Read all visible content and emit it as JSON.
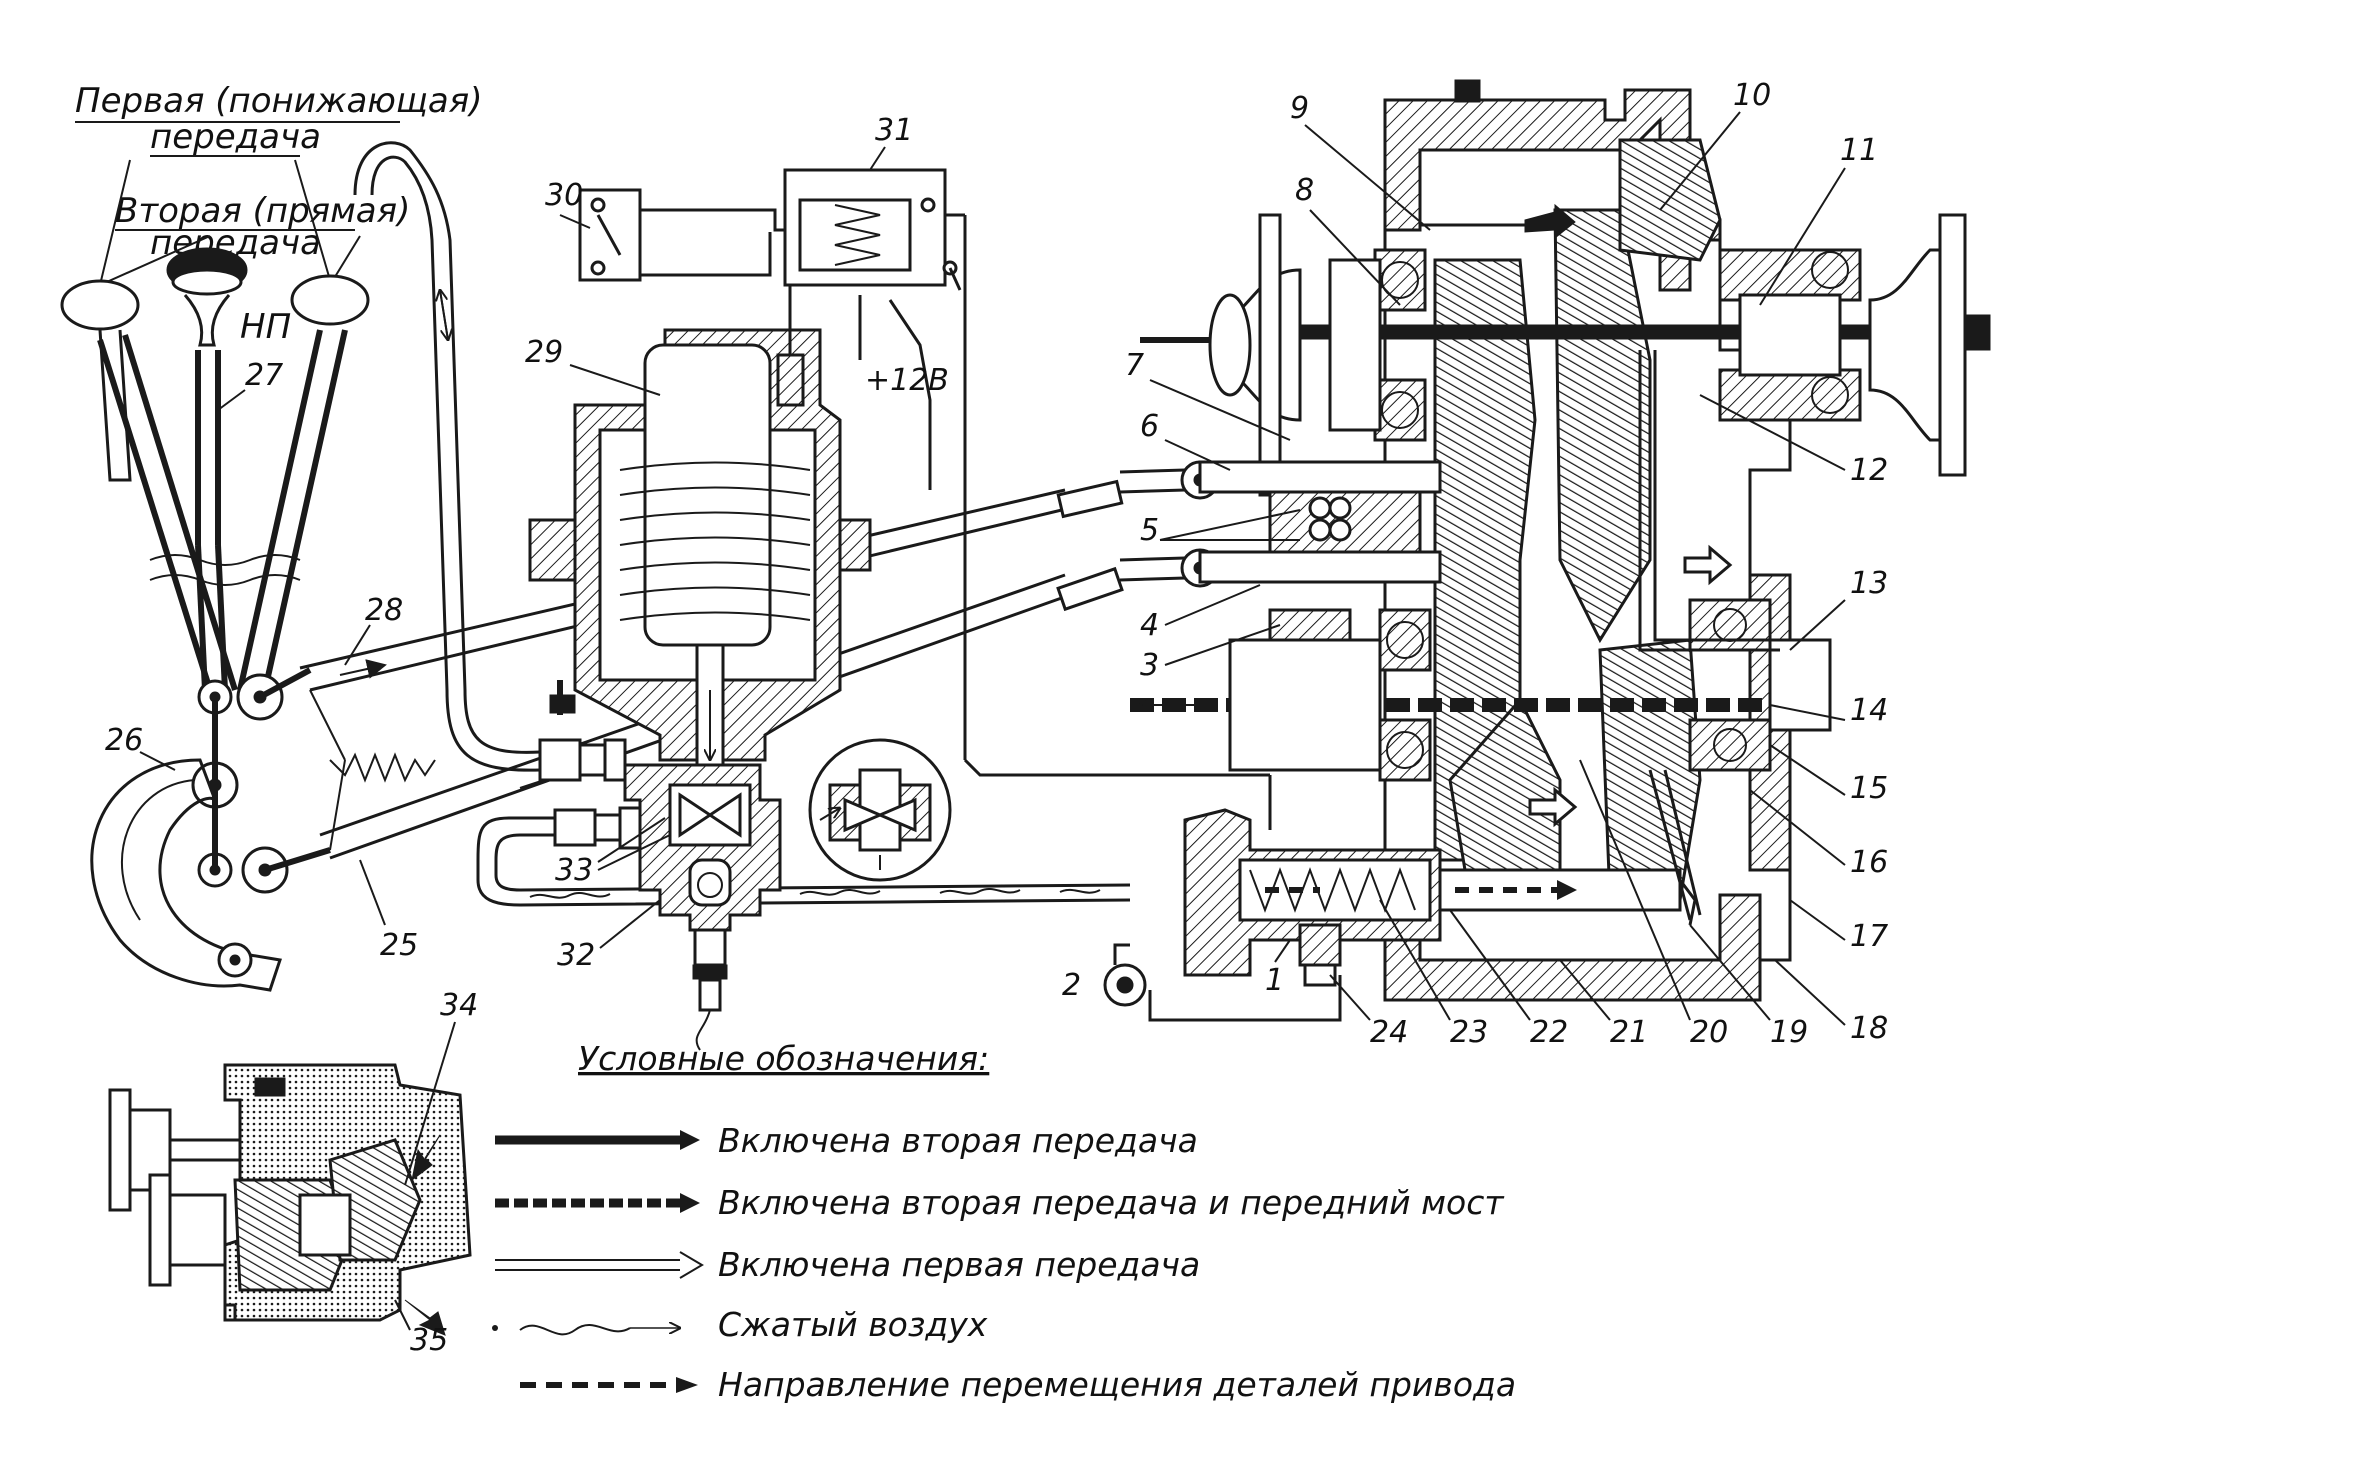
{
  "labels": {
    "first_gear_line1": "Первая (понижающая)",
    "first_gear_line2": "передача",
    "second_gear_line1": "Вторая (прямая)",
    "second_gear_line2": "передача",
    "neutral": "НП",
    "voltage": "+12В"
  },
  "callouts": {
    "n1": "1",
    "n2": "2",
    "n3": "3",
    "n4": "4",
    "n5": "5",
    "n6": "6",
    "n7": "7",
    "n8": "8",
    "n9": "9",
    "n10": "10",
    "n11": "11",
    "n12": "12",
    "n13": "13",
    "n14": "14",
    "n15": "15",
    "n16": "16",
    "n17": "17",
    "n18": "18",
    "n19": "19",
    "n20": "20",
    "n21": "21",
    "n22": "22",
    "n23": "23",
    "n24": "24",
    "n25": "25",
    "n26": "26",
    "n27": "27",
    "n28": "28",
    "n29": "29",
    "n30": "30",
    "n31": "31",
    "n32": "32",
    "n33": "33",
    "n34": "34",
    "n35": "35"
  },
  "legend": {
    "title": "Условные обозначения:",
    "items": [
      "Включена вторая передача",
      "Включена вторая передача и передний мост",
      "Включена первая передача",
      "Сжатый воздух",
      "Направление перемещения деталей привода"
    ]
  }
}
